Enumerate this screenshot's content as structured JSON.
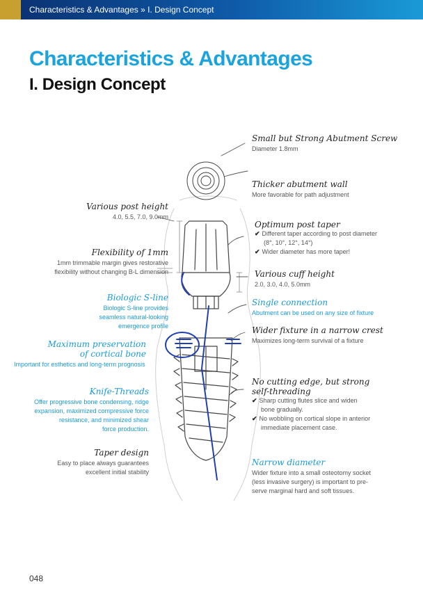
{
  "header": {
    "breadcrumb": "Characteristics & Advantages » I. Design Concept"
  },
  "title": "Characteristics & Advantages",
  "subtitle": "I. Design Concept",
  "callouts": {
    "abutment_screw": {
      "heading": "Small but Strong Abutment Screw",
      "desc": "Diameter 1.8mm"
    },
    "abutment_wall": {
      "heading": "Thicker abutment wall",
      "desc": "More favorable for path adjustment"
    },
    "post_height": {
      "heading": "Various post height",
      "desc": "4.0, 5.5, 7.0, 9.0mm"
    },
    "post_taper": {
      "heading": "Optimum post taper",
      "check1": "Different taper according to post diameter",
      "check1_cont": "(8°, 10°, 12°, 14°)",
      "check2": "Wider diameter has more taper!"
    },
    "flexibility": {
      "heading": "Flexibility of 1mm",
      "desc1": "1mm trimmable margin gives restorative",
      "desc2": "flexibility without changing B-L dimension"
    },
    "cuff_height": {
      "heading": "Various cuff height",
      "desc": "2.0, 3.0, 4.0, 5.0mm"
    },
    "s_line": {
      "heading": "Biologic S-line",
      "desc1": "Biologic S-line provides",
      "desc2": "seamless natural-looking",
      "desc3": "emergence profile"
    },
    "single_connection": {
      "heading": "Single connection",
      "desc": "Abutment can be used on any size of fixture"
    },
    "narrow_crest": {
      "heading": "Wider fixture in a narrow crest",
      "desc": "Maximizes long-term survival of a fixture"
    },
    "cortical_bone": {
      "heading1": "Maximum preservation",
      "heading2": "of cortical bone",
      "desc": "Important for esthetics and long-term prognosis"
    },
    "knife_threads": {
      "heading": "Knife-Threads",
      "desc1": "Offer progressive bone condensing, ridge",
      "desc2": "expansion, maximized compressive force",
      "desc3": "resistance, and minimized shear",
      "desc4": "force production."
    },
    "cutting_edge": {
      "heading1": "No cutting edge, but strong",
      "heading2": "self-threading",
      "check1": "Sharp cutting flutes slice and widen",
      "check1_cont": "bone gradually.",
      "check2": "No wobbling on cortical slope in anterior",
      "check2_cont": "immediate placement case."
    },
    "taper_design": {
      "heading": "Taper design",
      "desc1": "Easy to place always guarantees",
      "desc2": "excellent initial stability"
    },
    "narrow_diameter": {
      "heading": "Narrow diameter",
      "desc1": "Wider fixture into a small osteotomy socket",
      "desc2": "(less invasive surgery) is important to pre-",
      "desc3": "serve marginal hard and soft tissues."
    }
  },
  "check_mark": "✔",
  "page_number": "048",
  "colors": {
    "accent": "#1aa3dd",
    "header_dark": "#0a2f6e",
    "header_gold": "#c8a030",
    "sketch_blue": "#1f3fb5"
  }
}
